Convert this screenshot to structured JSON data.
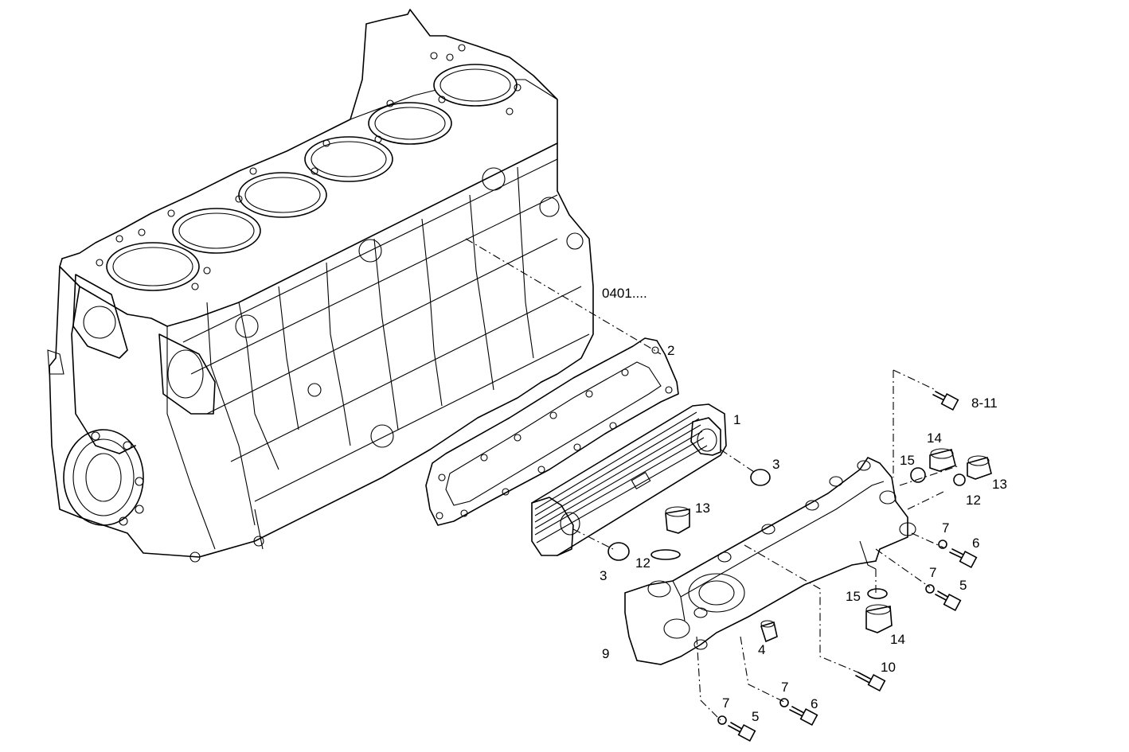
{
  "diagram": {
    "ref_label": "0401....",
    "callouts": {
      "c1": "1",
      "c2": "2",
      "c3a": "3",
      "c3b": "3",
      "c4": "4",
      "c5a": "5",
      "c5b": "5",
      "c6a": "6",
      "c6b": "6",
      "c7a": "7",
      "c7b": "7",
      "c7c": "7",
      "c7d": "7",
      "c8_11": "8-11",
      "c9": "9",
      "c10": "10",
      "c12a": "12",
      "c12b": "12",
      "c13a": "13",
      "c13b": "13",
      "c14a": "14",
      "c14b": "14",
      "c15a": "15",
      "c15b": "15"
    }
  }
}
